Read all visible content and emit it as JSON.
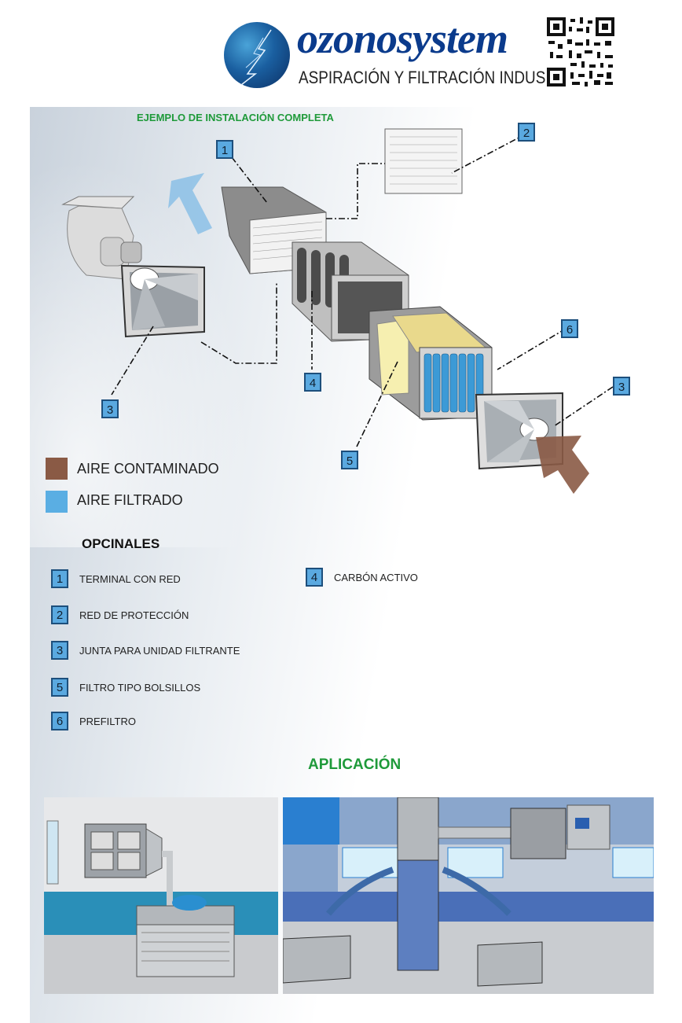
{
  "header": {
    "brand": "ozonosystem",
    "tagline": "ASPIRACIÓN Y FILTRACIÓN INDUSTRIAL"
  },
  "diagram": {
    "title": "EJEMPLO DE INSTALACIÓN COMPLETA",
    "callouts": [
      "1",
      "2",
      "3",
      "4",
      "5",
      "6",
      "3"
    ]
  },
  "legend": {
    "items": [
      {
        "label": "AIRE CONTAMINADO",
        "color": "#8a5a45"
      },
      {
        "label": "AIRE FILTRADO",
        "color": "#5aaee3"
      }
    ]
  },
  "optionals": {
    "title": "OPCINALES",
    "items": [
      {
        "num": "1",
        "label": "TERMINAL CON RED"
      },
      {
        "num": "2",
        "label": "RED DE PROTECCIÓN"
      },
      {
        "num": "3",
        "label": "JUNTA PARA UNIDAD FILTRANTE"
      },
      {
        "num": "5",
        "label": "FILTRO TIPO BOLSILLOS"
      },
      {
        "num": "6",
        "label": "PREFILTRO"
      },
      {
        "num": "4",
        "label": "CARBÓN ACTIVO"
      }
    ]
  },
  "application": {
    "title": "APLICACIÓN"
  },
  "colors": {
    "accent_green": "#1f9a3a",
    "brand_blue": "#0b3b8c",
    "callout_blue": "#5aa9e0"
  }
}
